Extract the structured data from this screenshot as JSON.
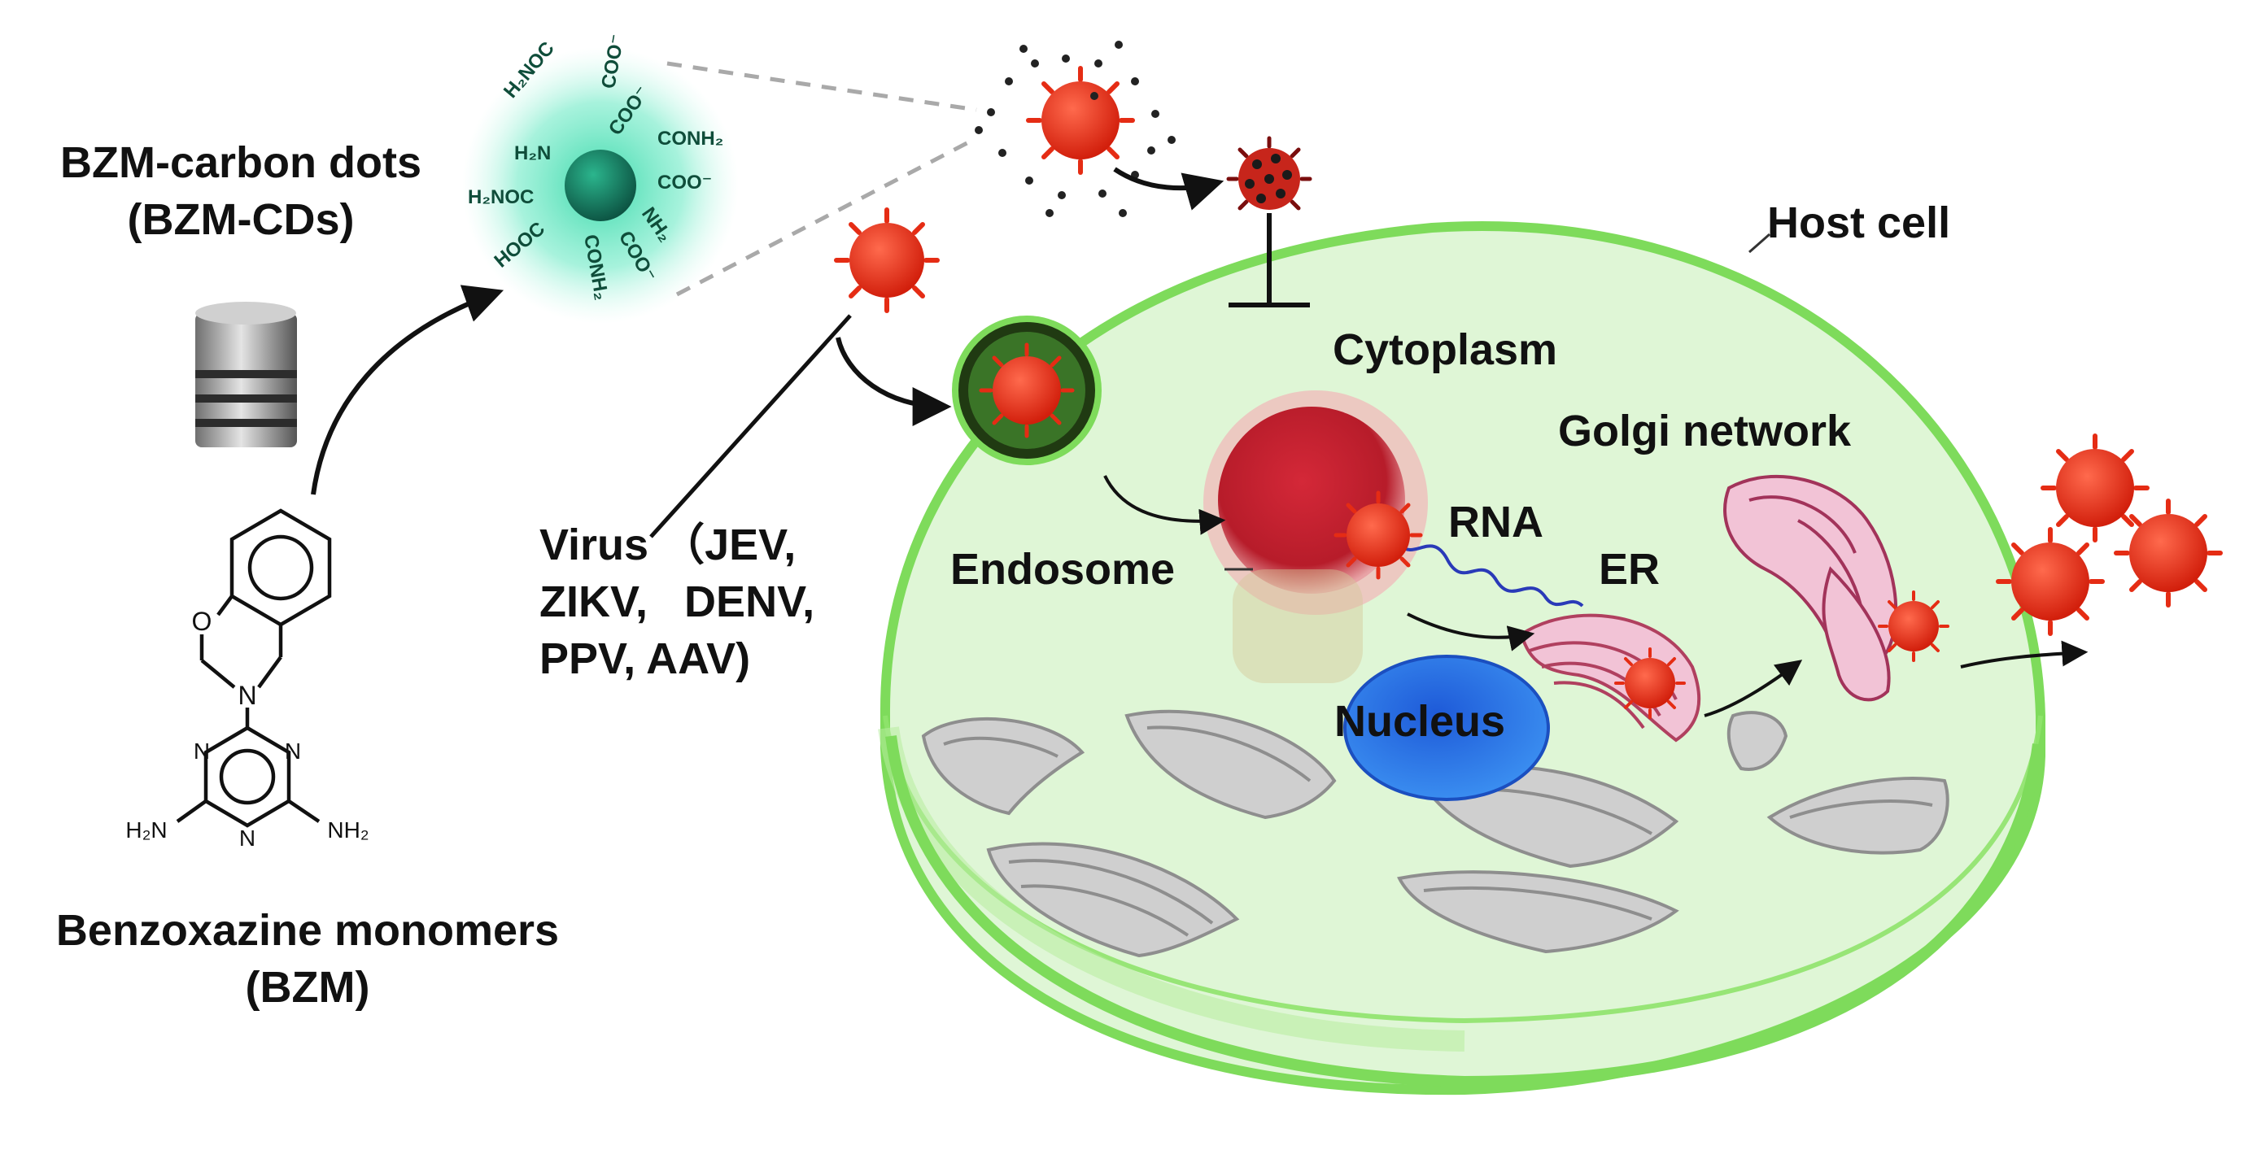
{
  "bzm_cds": {
    "line1": "BZM-carbon dots",
    "line2": "(BZM-CDs)"
  },
  "bzm": {
    "line1": "Benzoxazine monomers",
    "line2": "(BZM)"
  },
  "molecule": {
    "o": "O",
    "n": "N",
    "n_ring1": "N",
    "n_ring2": "N",
    "n_ring3": "N",
    "nh2_left": "H₂N",
    "nh2_right": "NH₂"
  },
  "carbon_dot_groups": [
    "H₂NOC",
    "COO⁻",
    "CONH₂",
    "H₂N",
    "COO⁻",
    "COO⁻",
    "H₂NOC",
    "NH₂",
    "HOOC",
    "CONH₂",
    "COO⁻"
  ],
  "virus_label": {
    "line1": "Virus （JEV,",
    "line2": "ZIKV,   DENV,",
    "line3": "PPV, AAV)"
  },
  "organelles": {
    "host_cell": "Host cell",
    "cytoplasm": "Cytoplasm",
    "golgi": "Golgi network",
    "rna": "RNA",
    "endosome": "Endosome",
    "er": "ER",
    "nucleus": "Nucleus"
  },
  "colors": {
    "virus": "#e52c14",
    "cell": "#86e46a",
    "cell_fill": "#dff6d6",
    "dot_glow": "#31d6a6",
    "nucleus": "#1e64e6",
    "endosome": "#c81e2a",
    "er_golgi": "#e9a7c3",
    "mito": "#c9c9c9"
  }
}
